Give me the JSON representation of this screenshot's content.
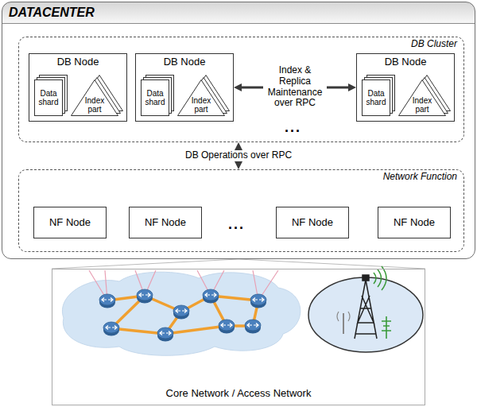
{
  "diagram": {
    "nodes": [
      {
        "text": [
          "DATACENTER"
        ]
      },
      {
        "text": [
          "DB Cluster"
        ],
        "in": 0
      },
      {
        "text": [
          "DB Node"
        ],
        "in": 1
      },
      {
        "text": [
          "Data shard"
        ],
        "in": 2
      },
      {
        "text": [
          "Index part"
        ],
        "in": 2
      },
      {
        "text": [
          "DB Node"
        ],
        "in": 1
      },
      {
        "text": [
          "Data shard"
        ],
        "in": 5
      },
      {
        "text": [
          "Index part"
        ],
        "in": 5
      },
      {
        "text": [
          "DB Node"
        ],
        "in": 1
      },
      {
        "text": [
          "Data shard"
        ],
        "in": 8
      },
      {
        "text": [
          "Index part"
        ],
        "in": 8
      },
      {
        "text": [
          "Network Function"
        ],
        "in": 0
      },
      {
        "text": [
          "NF Node"
        ],
        "in": 11
      },
      {
        "text": [
          "NF Node"
        ],
        "in": 11
      },
      {
        "text": [
          "NF Node"
        ],
        "in": 11
      },
      {
        "text": [
          "NF Node"
        ],
        "in": 11
      },
      {
        "text": [
          "Core Network / Access Network"
        ]
      }
    ],
    "edges": [
      {
        "from": 5,
        "to": 8,
        "arrow": "both",
        "label": "Index & Replica Maintenance over RPC"
      },
      {
        "from": 1,
        "to": 11,
        "arrow": "both",
        "label": "DB Operations over RPC"
      }
    ],
    "labels": [
      "...",
      "..."
    ]
  }
}
